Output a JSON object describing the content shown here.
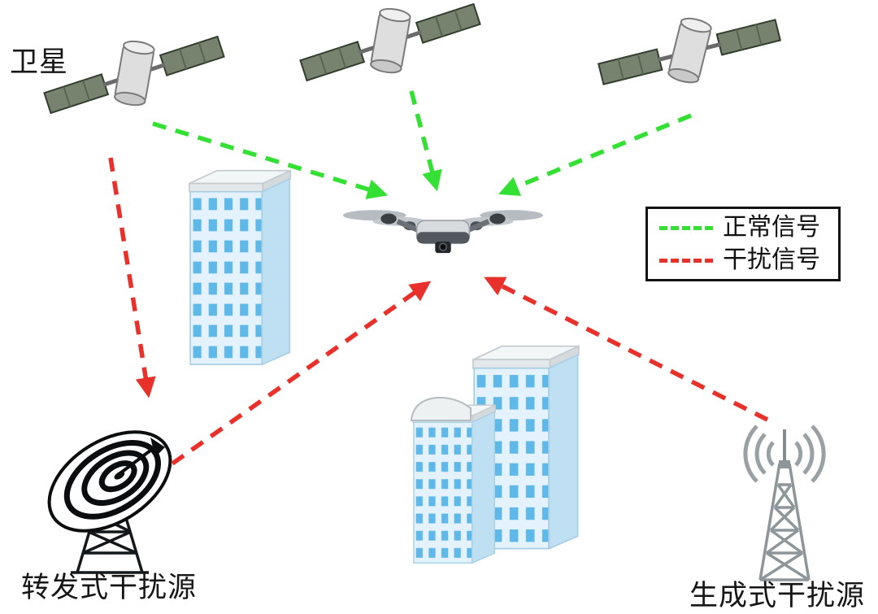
{
  "labels": {
    "satellite": "卫星",
    "repeater_jammer": "转发式干扰源",
    "generative_jammer": "生成式干扰源"
  },
  "legend": {
    "items": [
      {
        "label": "正常信号",
        "color": "#35e035",
        "line_style": "dashed"
      },
      {
        "label": "干扰信号",
        "color": "#e8312a",
        "line_style": "dashed"
      }
    ]
  },
  "colors": {
    "normal_signal": "#35e035",
    "jamming_signal": "#e8312a",
    "legend_border": "#131313",
    "background": "#ffffff"
  },
  "icons": {
    "satellites": "satellite-icon",
    "drone": "drone-icon",
    "buildings": "building-icon",
    "dish_jammer": "dish-jammer-icon",
    "tower_jammer": "radio-tower-icon"
  }
}
